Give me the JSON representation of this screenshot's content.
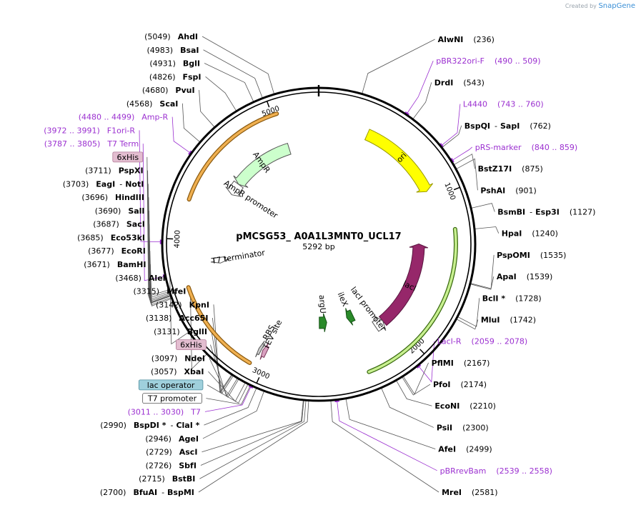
{
  "header": {
    "credit_prefix": "Created by",
    "credit_brand": "SnapGene"
  },
  "plasmid": {
    "name": "pMCSG53_ A0A1L3MNT0_UCL17",
    "length_label": "5292 bp",
    "length": 5292
  },
  "ticks": [
    {
      "bp": 1000,
      "label": "1000"
    },
    {
      "bp": 2000,
      "label": "2000"
    },
    {
      "bp": 3000,
      "label": "3000"
    },
    {
      "bp": 4000,
      "label": "4000"
    },
    {
      "bp": 5000,
      "label": "5000"
    }
  ],
  "features": [
    {
      "name": "ori",
      "color": "#ffff00",
      "stroke": "#999900",
      "start": 350,
      "end": 940,
      "ring": 1,
      "dir": 1,
      "curved": true
    },
    {
      "name": "lacI",
      "color": "#96276a",
      "stroke": "#5a1640",
      "start": 1320,
      "end": 2060,
      "ring": 2,
      "dir": -1,
      "curved": true
    },
    {
      "name": "lacI promoter",
      "color": "#ffffff",
      "stroke": "#555555",
      "start": 2060,
      "end": 2138,
      "ring": 2,
      "dir": -1
    },
    {
      "name": "AmpR",
      "color": "#ccffcc",
      "stroke": "#555555",
      "start": 4510,
      "end": 5040,
      "ring": 2,
      "dir": -1,
      "curved": true
    },
    {
      "name": "AmpR promoter",
      "color": "#ffffff",
      "stroke": "#555555",
      "start": 4405,
      "end": 4510,
      "ring": 2,
      "dir": -1
    },
    {
      "name": "T7 terminator",
      "color": "#ffffff",
      "stroke": "#555555",
      "start": 3810,
      "end": 3858,
      "ring": 2,
      "dir": -1
    },
    {
      "name": "TEV site",
      "color": "#d9a0c0",
      "stroke": "#7a3a5a",
      "start": 3025,
      "end": 3055,
      "ring": 1,
      "dir": 1
    },
    {
      "name": "RBS",
      "color": "#cccccc",
      "stroke": "#555555",
      "start": 3065,
      "end": 3085,
      "ring": 1,
      "dir": 1
    },
    {
      "name": "argU",
      "color": "#2a8a2a",
      "stroke": "#145214",
      "start": 2560,
      "end": 2640,
      "ring": 3,
      "dir": -1
    },
    {
      "name": "ileX",
      "color": "#2a8a2a",
      "stroke": "#145214",
      "start": 2270,
      "end": 2340,
      "ring": 3,
      "dir": 1
    }
  ],
  "outer_arcs": [
    {
      "start": 4250,
      "end": 5030,
      "color": "#f0b050",
      "edge": "#8a5a10"
    },
    {
      "start": 3090,
      "end": 3700,
      "color": "#f0b050",
      "edge": "#8a5a10"
    },
    {
      "start": 1230,
      "end": 2330,
      "color": "#c8f090",
      "edge": "#3a6a10"
    }
  ],
  "left_labels": [
    {
      "pos": "(5049)",
      "name": "AhdI",
      "bp": 5049,
      "type": "enzyme"
    },
    {
      "pos": "(4983)",
      "name": "BsaI",
      "bp": 4983,
      "type": "enzyme"
    },
    {
      "pos": "(4931)",
      "name": "BglI",
      "bp": 4931,
      "type": "enzyme"
    },
    {
      "pos": "(4826)",
      "name": "FspI",
      "bp": 4826,
      "type": "enzyme"
    },
    {
      "pos": "(4680)",
      "name": "PvuI",
      "bp": 4680,
      "type": "enzyme"
    },
    {
      "pos": "(4568)",
      "name": "ScaI",
      "bp": 4568,
      "type": "enzyme"
    },
    {
      "pos": "(4480 .. 4499)",
      "name": "Amp-R",
      "bp": 4490,
      "type": "primer"
    },
    {
      "pos": "(3972 .. 3991)",
      "name": "F1ori-R",
      "bp": 3982,
      "type": "primer"
    },
    {
      "pos": "(3787 .. 3805)",
      "name": "T7 Term",
      "bp": 3796,
      "type": "primer"
    },
    {
      "name": "6xHis",
      "bp": 3720,
      "type": "boxed",
      "fill": "#e3bdd0",
      "stroke": "#b07a96"
    },
    {
      "pos": "(3711)",
      "name": "PspXI",
      "bp": 3711,
      "type": "enzyme"
    },
    {
      "pos": "(3703)",
      "name": "EagI",
      "name2": "NotI",
      "bp": 3703,
      "type": "enzyme"
    },
    {
      "pos": "(3696)",
      "name": "HindIII",
      "bp": 3696,
      "type": "enzyme"
    },
    {
      "pos": "(3690)",
      "name": "SalI",
      "bp": 3690,
      "type": "enzyme"
    },
    {
      "pos": "(3687)",
      "name": "SacI",
      "bp": 3687,
      "type": "enzyme"
    },
    {
      "pos": "(3685)",
      "name": "Eco53kI",
      "bp": 3685,
      "type": "enzyme"
    },
    {
      "pos": "(3677)",
      "name": "EcoRI",
      "bp": 3677,
      "type": "enzyme"
    },
    {
      "pos": "(3671)",
      "name": "BamHI",
      "bp": 3671,
      "type": "enzyme"
    },
    {
      "pos": "(3468)",
      "name": "AleI",
      "bp": 3468,
      "type": "enzyme"
    },
    {
      "pos": "(3315)",
      "name": "MfeI",
      "bp": 3315,
      "type": "enzyme"
    },
    {
      "pos": "(3142)",
      "name": "KpnI",
      "bp": 3142,
      "type": "enzyme"
    },
    {
      "pos": "(3138)",
      "name": "Acc65I",
      "bp": 3138,
      "type": "enzyme"
    },
    {
      "pos": "(3131)",
      "name": "BglII",
      "bp": 3131,
      "type": "enzyme"
    },
    {
      "name": "6xHis",
      "bp": 3105,
      "type": "boxed",
      "fill": "#e3bdd0",
      "stroke": "#b07a96"
    },
    {
      "pos": "(3097)",
      "name": "NdeI",
      "bp": 3097,
      "type": "enzyme"
    },
    {
      "pos": "(3057)",
      "name": "XbaI",
      "bp": 3057,
      "type": "enzyme"
    },
    {
      "name": "lac operator",
      "bp": 3040,
      "type": "boxed",
      "fill": "#9fd0dc",
      "stroke": "#4d8c9c"
    },
    {
      "name": "T7 promoter",
      "bp": 3025,
      "type": "boxed",
      "fill": "#ffffff",
      "stroke": "#555555"
    },
    {
      "pos": "(3011 .. 3030)",
      "name": "T7",
      "bp": 3020,
      "type": "primer"
    },
    {
      "pos": "(2990)",
      "name": "BspDI *",
      "name2": "ClaI *",
      "bp": 2990,
      "type": "enzyme"
    },
    {
      "pos": "(2946)",
      "name": "AgeI",
      "bp": 2946,
      "type": "enzyme"
    },
    {
      "pos": "(2729)",
      "name": "AscI",
      "bp": 2729,
      "type": "enzyme"
    },
    {
      "pos": "(2726)",
      "name": "SbfI",
      "bp": 2726,
      "type": "enzyme"
    },
    {
      "pos": "(2715)",
      "name": "BstBI",
      "bp": 2715,
      "type": "enzyme"
    },
    {
      "pos": "(2700)",
      "name": "BfuAI",
      "name2": "BspMI",
      "bp": 2700,
      "type": "enzyme"
    }
  ],
  "right_labels": [
    {
      "name": "AlwNI",
      "pos": "(236)",
      "bp": 236,
      "type": "enzyme"
    },
    {
      "name": "pBR322ori-F",
      "pos": "(490 .. 509)",
      "bp": 500,
      "type": "primer"
    },
    {
      "name": "DrdI",
      "pos": "(543)",
      "bp": 543,
      "type": "enzyme"
    },
    {
      "name": "L4440",
      "pos": "(743 .. 760)",
      "bp": 752,
      "type": "primer"
    },
    {
      "name": "BspQI",
      "name2": "SapI",
      "pos": "(762)",
      "bp": 762,
      "type": "enzyme"
    },
    {
      "name": "pRS-marker",
      "pos": "(840 .. 859)",
      "bp": 850,
      "type": "primer"
    },
    {
      "name": "BstZ17I",
      "pos": "(875)",
      "bp": 875,
      "type": "enzyme"
    },
    {
      "name": "PshAI",
      "pos": "(901)",
      "bp": 901,
      "type": "enzyme"
    },
    {
      "name": "BsmBI",
      "name2": "Esp3I",
      "pos": "(1127)",
      "bp": 1127,
      "type": "enzyme"
    },
    {
      "name": "HpaI",
      "pos": "(1240)",
      "bp": 1240,
      "type": "enzyme"
    },
    {
      "name": "PspOMI",
      "pos": "(1535)",
      "bp": 1535,
      "type": "enzyme"
    },
    {
      "name": "ApaI",
      "pos": "(1539)",
      "bp": 1539,
      "type": "enzyme"
    },
    {
      "name": "BclI *",
      "pos": "(1728)",
      "bp": 1728,
      "type": "enzyme"
    },
    {
      "name": "MluI",
      "pos": "(1742)",
      "bp": 1742,
      "type": "enzyme"
    },
    {
      "name": "LacI-R",
      "pos": "(2059 .. 2078)",
      "bp": 2068,
      "type": "primer"
    },
    {
      "name": "PflMI",
      "pos": "(2167)",
      "bp": 2167,
      "type": "enzyme"
    },
    {
      "name": "PfoI",
      "pos": "(2174)",
      "bp": 2174,
      "type": "enzyme"
    },
    {
      "name": "EcoNI",
      "pos": "(2210)",
      "bp": 2210,
      "type": "enzyme"
    },
    {
      "name": "PsiI",
      "pos": "(2300)",
      "bp": 2300,
      "type": "enzyme"
    },
    {
      "name": "AfeI",
      "pos": "(2499)",
      "bp": 2499,
      "type": "enzyme"
    },
    {
      "name": "pBRrevBam",
      "pos": "(2539 .. 2558)",
      "bp": 2548,
      "type": "primer"
    },
    {
      "name": "MreI",
      "pos": "(2581)",
      "bp": 2581,
      "type": "enzyme"
    }
  ]
}
